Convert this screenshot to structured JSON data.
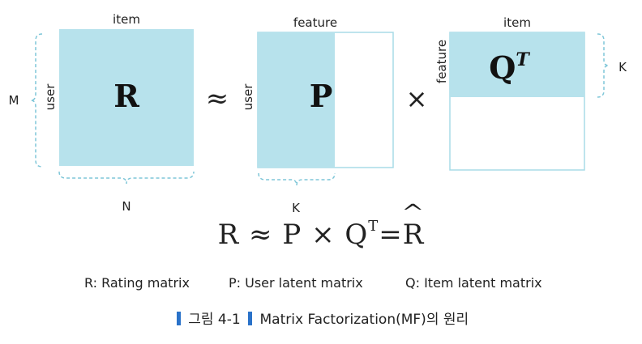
{
  "diagram": {
    "r_matrix": {
      "symbol": "R",
      "top_label": "item",
      "side_label": "user",
      "left_dim": "M",
      "bottom_dim": "N"
    },
    "approx_symbol": "≈",
    "p_matrix": {
      "symbol": "P",
      "top_label": "feature",
      "side_label": "user",
      "bottom_dim": "K"
    },
    "times_symbol": "×",
    "q_matrix": {
      "symbol": "Q",
      "superscript": "T",
      "top_label": "item",
      "side_label": "feature",
      "right_dim": "K"
    }
  },
  "equation": {
    "r": "R",
    "approx": "≈",
    "p": "P",
    "times": "×",
    "q": "Q",
    "t": "T",
    "eq": "=",
    "rhat": "R"
  },
  "legend": {
    "r": "R: Rating matrix",
    "p": "P: User latent matrix",
    "q": "Q: Item latent matrix"
  },
  "caption": {
    "figure": "그림 4-1",
    "title": "Matrix Factorization(MF)의 원리"
  },
  "colors": {
    "fill": "#b7e2ec",
    "border": "#a9dce7",
    "brace": "#7ec6d8",
    "bar": "#2a72c9"
  }
}
